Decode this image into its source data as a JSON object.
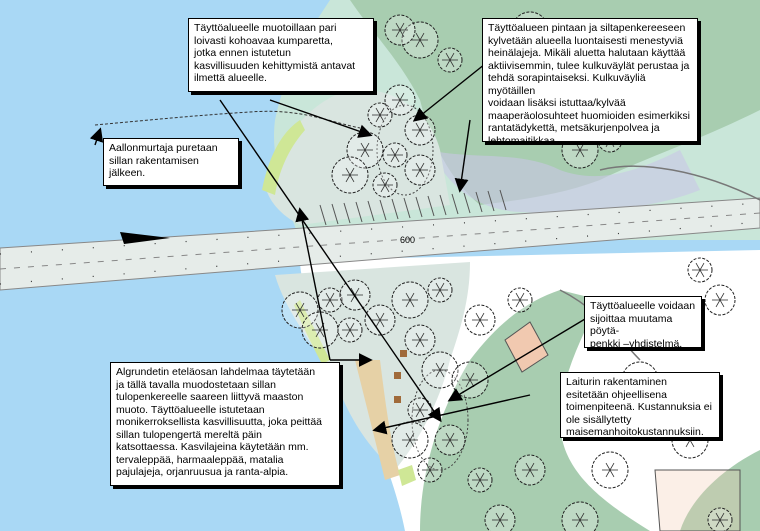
{
  "map": {
    "road_label": "600",
    "colors": {
      "water": "#a9d8f5",
      "land": "#ffffff",
      "forest": "#a8cdb0",
      "meadow": "#c9e6d9",
      "fill_area": "#d9e5e0",
      "road": "#e6ece9",
      "sand": "#e6d1a6",
      "shrub": "#cfe796",
      "building": "#f1c9b0",
      "arrow": "#000000",
      "lilac": "#c9c6e6"
    }
  },
  "annotations": {
    "fill_mounds": "Täyttöalueelle muotoillaan pari\nloivasti kohoavaa kumparetta,\njotka ennen istutetun\nkasvillisuuden kehittymistä antavat\nilmettä alueelle.",
    "fill_surface": "Täyttöalueen pintaan ja siltapenkereeseen\nkylvetään alueella luontaisesti menestyviä\nheinälajeja. Mikäli aluetta halutaan käyttää\naktiivisemmin, tulee kulkuväylät perustaa ja\ntehdä sorapintaiseksi. Kulkuväyliä myötäillen\nvoidaan lisäksi istuttaa/kylvää\nmaaperäolosuhteet huomioiden esimerkiksi\nrantatädykettä, metsäkurjenpolvea ja\nlehtomaitikkaa.",
    "breakwater": "Aallonmurtaja puretaan\nsillan rakentamisen\njälkeen.",
    "bench": "Täyttöalueelle voidaan\nsijoittaa muutama pöytä-\npenkki –yhdistelmä.",
    "pier": "Laiturin rakentaminen\nesitetään ohjeellisena\ntoimenpiteenä. Kustannuksia ei\nole sisällytetty\nmaisemanhoitokustannuksiin.",
    "south_shore": "Algrundetin eteläosan lahdelmaa täytetään\nja tällä tavalla muodostetaan sillan\ntulopenkereelle saareen liittyvä maaston\nmuoto. Täyttöalueelle istutetaan\nmonikerroksellista kasvillisuutta, joka peittää\nsillan tulopengertä mereltä päin\nkatsottaessa. Kasvilajeina käytetään mm.\ntervaleppää, harmaaleppää, matalia\npajulajeja, orjanruusua ja ranta-alpia."
  }
}
